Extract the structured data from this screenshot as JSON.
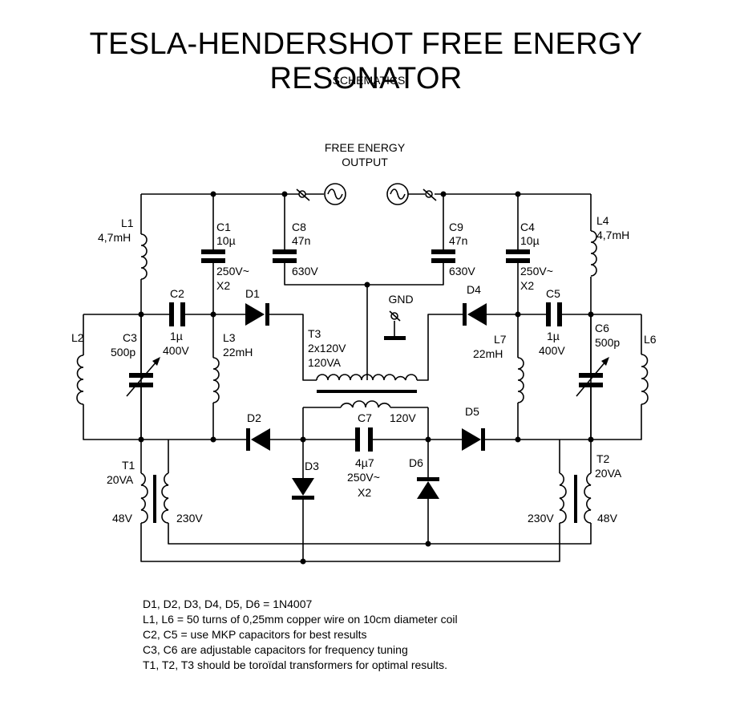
{
  "title": "TESLA-HENDERSHOT FREE ENERGY RESONATOR",
  "subtitle": "SCHEMATICS",
  "output_label": [
    "FREE ENERGY",
    "OUTPUT"
  ],
  "gnd_label": "GND",
  "components": {
    "L1": {
      "name": "L1",
      "value": "4,7mH"
    },
    "L2": {
      "name": "L2"
    },
    "L3": {
      "name": "L3",
      "value": "22mH"
    },
    "L4": {
      "name": "L4",
      "value": "4,7mH"
    },
    "L6": {
      "name": "L6"
    },
    "L7": {
      "name": "L7",
      "value": "22mH"
    },
    "C1": {
      "name": "C1",
      "value": "10µ",
      "rating": "250V~",
      "extra": "X2"
    },
    "C2": {
      "name": "C2",
      "value": "1µ",
      "rating": "400V"
    },
    "C3": {
      "name": "C3",
      "value": "500p"
    },
    "C4": {
      "name": "C4",
      "value": "10µ",
      "rating": "250V~",
      "extra": "X2"
    },
    "C5": {
      "name": "C5",
      "value": "1µ",
      "rating": "400V"
    },
    "C6": {
      "name": "C6",
      "value": "500p"
    },
    "C7": {
      "name": "C7",
      "value": "4µ7",
      "rating": "250V~",
      "extra": "X2"
    },
    "C8": {
      "name": "C8",
      "value": "47n",
      "rating": "630V"
    },
    "C9": {
      "name": "C9",
      "value": "47n",
      "rating": "630V"
    },
    "D1": {
      "name": "D1"
    },
    "D2": {
      "name": "D2"
    },
    "D3": {
      "name": "D3"
    },
    "D4": {
      "name": "D4"
    },
    "D5": {
      "name": "D5"
    },
    "D6": {
      "name": "D6"
    },
    "T1": {
      "name": "T1",
      "rating": "20VA",
      "primary": "48V",
      "secondary": "230V"
    },
    "T2": {
      "name": "T2",
      "rating": "20VA",
      "primary": "48V",
      "secondary": "230V"
    },
    "T3": {
      "name": "T3",
      "rating1": "2x120V",
      "rating2": "120VA",
      "secondary": "120V"
    }
  },
  "notes": [
    "D1, D2, D3, D4, D5, D6 = 1N4007",
    "L1, L6 = 50 turns of 0,25mm copper wire on 10cm diameter coil",
    "C2, C5 = use MKP capacitors for best results",
    "C3, C6 are adjustable capacitors for frequency tuning",
    "T1, T2, T3 should be toroïdal transformers for optimal results."
  ]
}
